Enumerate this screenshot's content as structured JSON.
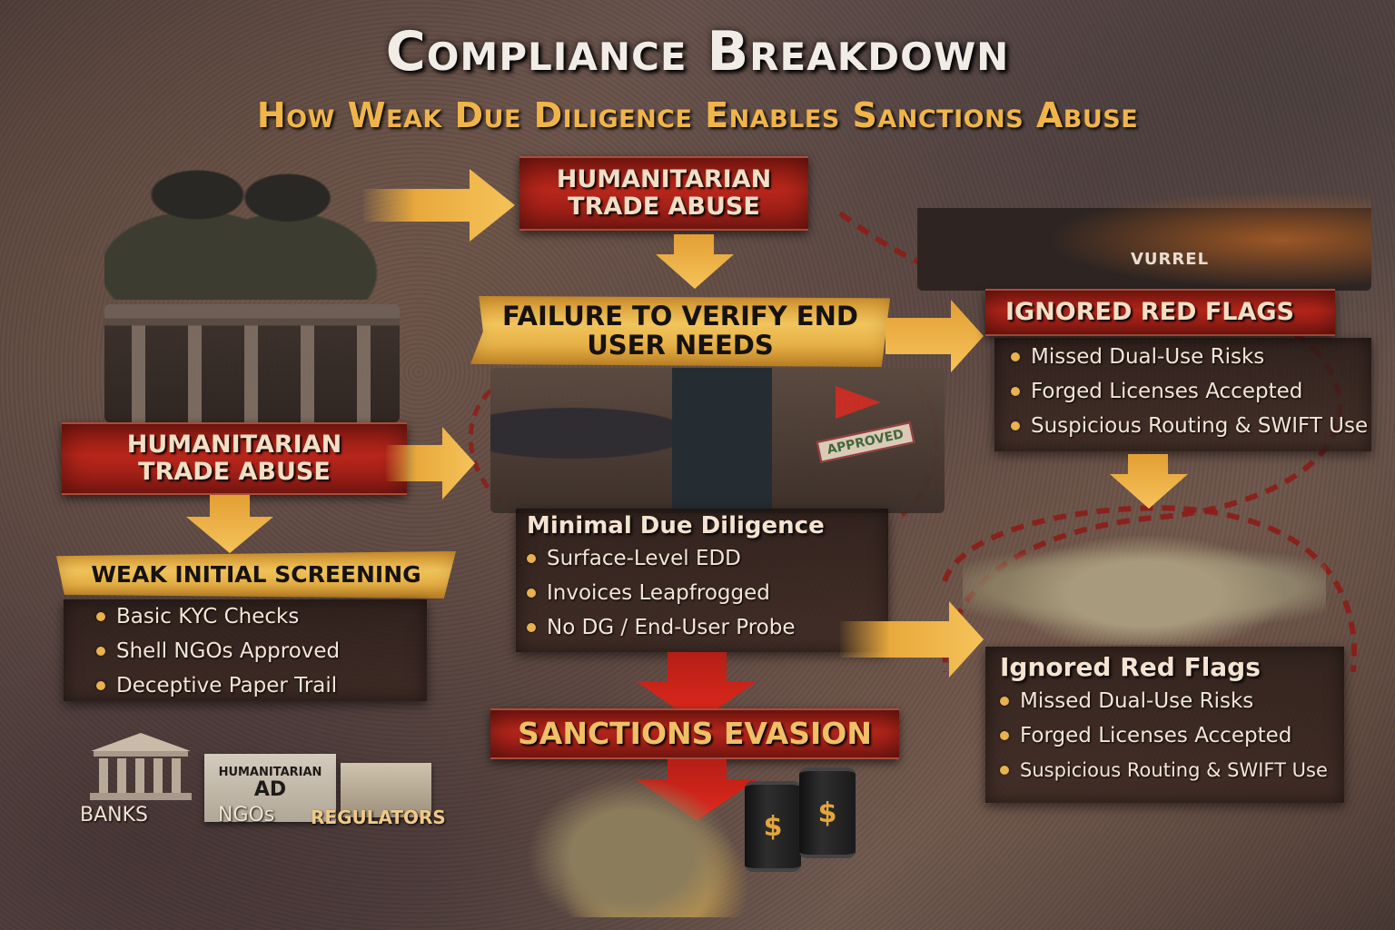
{
  "header": {
    "title": "Compliance Breakdown",
    "subtitle": "How Weak Due Diligence Enables Sanctions Abuse"
  },
  "nodes": {
    "top_center_banner": {
      "line1": "HUMANITARIAN",
      "line2": "TRADE ABUSE"
    },
    "failure_banner": {
      "line1": "FAILURE TO VERIFY END",
      "line2": "USER NEEDS"
    },
    "left_banner": {
      "line1": "HUMANITARIAN",
      "line2": "TRADE ABUSE"
    },
    "weak_screening": {
      "title": "WEAK INITIAL SCREENING",
      "bullets": [
        "Basic KYC Checks",
        "Shell NGOs Approved",
        "Deceptive Paper Trail"
      ]
    },
    "minimal_due_diligence": {
      "title": "Minimal Due Diligence",
      "bullets": [
        "Surface-Level EDD",
        "Invoices Leapfrogged",
        "No DG / End-User Probe"
      ]
    },
    "ignored_red_flags_top": {
      "title": "IGNORED RED FLAGS",
      "bullets": [
        "Missed Dual-Use Risks",
        "Forged Licenses Accepted",
        "Suspicious Routing & SWIFT Use"
      ]
    },
    "ignored_red_flags_bottom": {
      "title": "Ignored Red Flags",
      "bullets": [
        "Missed Dual-Use Risks",
        "Forged Licenses Accepted",
        "Suspicious Routing & SWIFT Use"
      ]
    },
    "sanctions_evasion": {
      "label": "SANCTIONS EVASION"
    }
  },
  "illustrations": {
    "office_stamp": "APPROVED",
    "factory_sign": "VURREL",
    "barrel_symbol": "$",
    "ngo_box": {
      "line1": "HUMANITARIAN",
      "line2": "AD"
    }
  },
  "institutions": {
    "labels": [
      "BANKS",
      "NGOs",
      "REGULATORS"
    ]
  },
  "colors": {
    "banner_red": "#b8261b",
    "banner_gold": "#f1c45c",
    "arrow_gold": "#f0b444",
    "arrow_red": "#d8271c",
    "title_white": "#f1ede6",
    "subtitle_gold": "#f0b54a",
    "bullet_dot": "#e9b24e",
    "dashed_path": "#8c1d18"
  }
}
